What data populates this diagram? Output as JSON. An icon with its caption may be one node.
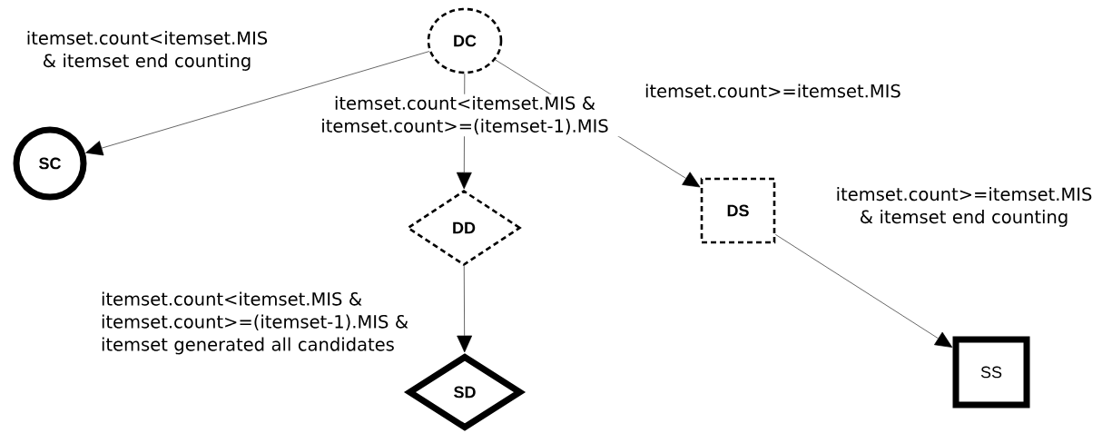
{
  "diagram": {
    "nodes": [
      {
        "text": [
          "DC"
        ]
      },
      {
        "text": [
          "SC"
        ]
      },
      {
        "text": [
          "DD"
        ]
      },
      {
        "text": [
          "SD"
        ]
      },
      {
        "text": [
          "DS"
        ]
      },
      {
        "text": [
          "SS"
        ]
      }
    ],
    "edges": [
      {
        "from": 0,
        "to": 1,
        "arrow": "to",
        "label": "itemset.count<itemset.MIS & itemset end counting"
      },
      {
        "from": 0,
        "to": 2,
        "arrow": "to",
        "label": "itemset.count<itemset.MIS & itemset.count>=(itemset-1).MIS"
      },
      {
        "from": 2,
        "to": 3,
        "arrow": "to",
        "label": "itemset.count<itemset.MIS & itemset.count>=(itemset-1).MIS & itemset generated all candidates"
      },
      {
        "from": 0,
        "to": 4,
        "arrow": "to",
        "label": "itemset.count>=itemset.MIS"
      },
      {
        "from": 4,
        "to": 5,
        "arrow": "to",
        "label": "itemset.count>=itemset.MIS &  itemset end counting"
      }
    ]
  }
}
